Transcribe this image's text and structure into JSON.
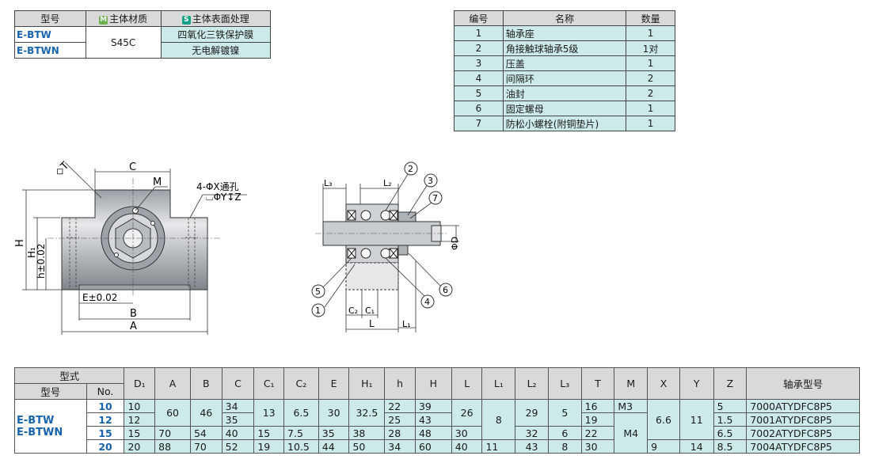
{
  "material": {
    "hdr_type": "型号",
    "hdr_material": "主体材质",
    "hdr_surface": "主体表面处理",
    "badge_m": "M",
    "badge_s": "S",
    "types": [
      "E-BTW",
      "E-BTWN"
    ],
    "material_value": "S45C",
    "surfaces": [
      "四氧化三铁保护膜",
      "无电解镀镍"
    ]
  },
  "parts": {
    "headers": [
      "编号",
      "名称",
      "数量"
    ],
    "rows": [
      {
        "no": "1",
        "name": "轴承座",
        "qty": "1"
      },
      {
        "no": "2",
        "name": "角接触球轴承5级",
        "qty": "1对"
      },
      {
        "no": "3",
        "name": "压盖",
        "qty": "1"
      },
      {
        "no": "4",
        "name": "间隔环",
        "qty": "2"
      },
      {
        "no": "5",
        "name": "油封",
        "qty": "2"
      },
      {
        "no": "6",
        "name": "固定螺母",
        "qty": "1"
      },
      {
        "no": "7",
        "name": "防松小螺栓(附铜垫片)",
        "qty": "1"
      }
    ]
  },
  "drawing_left": {
    "label_T": "◇T",
    "label_C": "C",
    "label_M": "M",
    "hole_note_1": "4-ΦX通孔",
    "hole_note_2": "⌴ΦY↧Z",
    "label_H": "H",
    "label_H1": "H₁",
    "label_h": "h±0.02",
    "label_E": "E±0.02",
    "label_B": "B",
    "label_A": "A"
  },
  "drawing_right": {
    "label_L3": "L₃",
    "label_L2": "L₂",
    "label_D": "ΦD",
    "label_C2": "C₂",
    "label_C1": "C₁",
    "label_L": "L",
    "label_L1": "L₁",
    "callouts": [
      "1",
      "2",
      "3",
      "4",
      "5",
      "6",
      "7"
    ]
  },
  "dims": {
    "hdr_style": "型式",
    "hdr_type": "型号",
    "hdr_no": "No.",
    "hdr_cols": [
      "D₁",
      "A",
      "B",
      "C",
      "C₁",
      "C₂",
      "E",
      "H₁",
      "h",
      "H",
      "L",
      "L₁",
      "L₂",
      "L₃",
      "T",
      "M",
      "X",
      "Y",
      "Z"
    ],
    "hdr_bearing": "轴承型号",
    "types": [
      "E-BTW",
      "E-BTWN"
    ],
    "rows": [
      {
        "no": "10",
        "D1": "10",
        "C": "34",
        "h": "22",
        "H": "39",
        "T": "16",
        "Z": "5",
        "bearing": "7000ATYDFC8P5"
      },
      {
        "no": "12",
        "D1": "12",
        "C": "35",
        "h": "25",
        "H": "43",
        "T": "19",
        "Z": "1.5",
        "bearing": "7001ATYDFC8P5"
      },
      {
        "no": "15",
        "D1": "15",
        "A": "70",
        "B": "54",
        "C": "40",
        "C1": "15",
        "C2": "7.5",
        "E": "35",
        "H1": "38",
        "h": "28",
        "H": "48",
        "L": "30",
        "L2": "32",
        "L3": "6",
        "T": "22",
        "Z": "6.5",
        "bearing": "7002ATYDFC8P5"
      },
      {
        "no": "20",
        "D1": "20",
        "A": "88",
        "B": "70",
        "C": "52",
        "C1": "19",
        "C2": "10.5",
        "E": "44",
        "H1": "50",
        "h": "34",
        "H": "60",
        "L": "40",
        "L1": "11",
        "L2": "43",
        "L3": "8",
        "T": "30",
        "X": "9",
        "Y": "14",
        "Z": "8.5",
        "bearing": "7004ATYDFC8P5"
      }
    ],
    "merged_10_12": {
      "A": "60",
      "B": "46",
      "C1": "13",
      "C2": "6.5",
      "E": "30",
      "H1": "32.5",
      "L": "26",
      "L2": "29",
      "L3": "5"
    },
    "merged_10_15": {
      "L1": "8"
    },
    "merged_10_15_XY": {
      "X": "6.6",
      "Y": "11"
    },
    "M_row1": "M3",
    "M_rows234": "M4"
  }
}
